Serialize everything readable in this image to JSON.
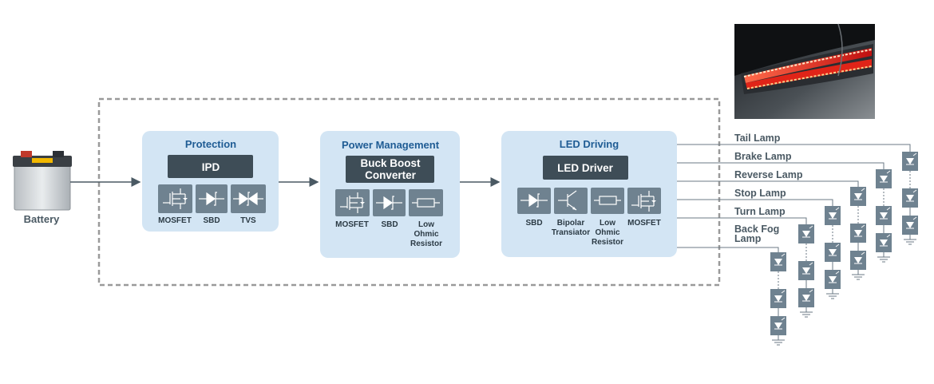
{
  "battery": {
    "label": "Battery"
  },
  "blocks": {
    "protection": {
      "title": "Protection",
      "chip": "IPD",
      "components": [
        "MOSFET",
        "SBD",
        "TVS"
      ]
    },
    "power": {
      "title": "Power Management",
      "chip_line1": "Buck Boost",
      "chip_line2": "Converter",
      "components": [
        "MOSFET",
        "SBD"
      ],
      "resistor_label": [
        "Low",
        "Ohmic",
        "Resistor"
      ]
    },
    "led": {
      "title": "LED Driving",
      "chip": "LED Driver",
      "sbd": "SBD",
      "bipolar": [
        "Bipolar",
        "Transiator"
      ],
      "resistor_label": [
        "Low",
        "Ohmic",
        "Resistor"
      ],
      "mosfet": "MOSFET"
    }
  },
  "lamps": [
    "Tail Lamp",
    "Brake Lamp",
    "Reverse Lamp",
    "Stop Lamp",
    "Turn Lamp",
    "Back Fog",
    "Lamp"
  ],
  "colors": {
    "block_fill": "#d3e5f4",
    "chip_fill": "#3e4d57",
    "icon_fill": "#6f8290",
    "title": "#1f5c94",
    "dashed": "#9a9a9a"
  }
}
